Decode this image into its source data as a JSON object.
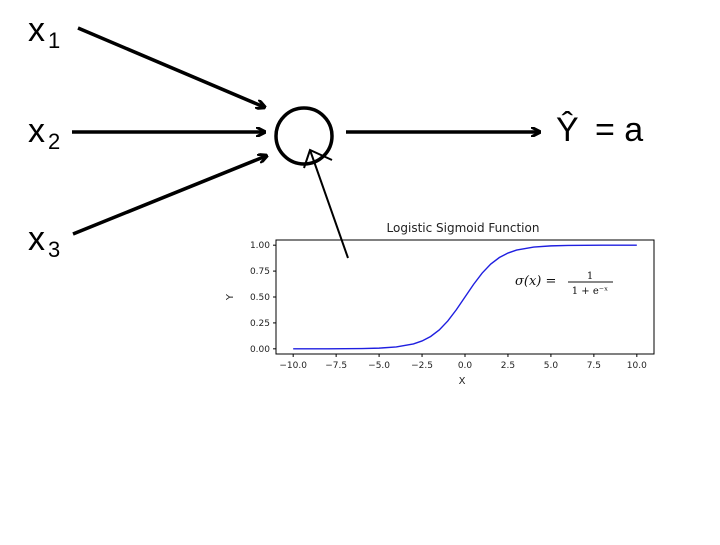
{
  "diagram": {
    "inputs": [
      {
        "base": "x",
        "sub": "1"
      },
      {
        "base": "x",
        "sub": "2"
      },
      {
        "base": "x",
        "sub": "3"
      }
    ],
    "output": {
      "symbol": "Ŷ",
      "equals": "= a"
    }
  },
  "chart_data": {
    "type": "line",
    "title": "Logistic Sigmoid Function",
    "xlabel": "X",
    "ylabel": "Y",
    "xlim": [
      -11,
      11
    ],
    "ylim": [
      -0.05,
      1.05
    ],
    "x_ticks": [
      -10.0,
      -7.5,
      -5.0,
      -2.5,
      0.0,
      2.5,
      5.0,
      7.5,
      10.0
    ],
    "x_tick_labels": [
      "−10.0",
      "−7.5",
      "−5.0",
      "−2.5",
      "0.0",
      "2.5",
      "5.0",
      "7.5",
      "10.0"
    ],
    "y_ticks": [
      0.0,
      0.25,
      0.5,
      0.75,
      1.0
    ],
    "y_tick_labels": [
      "0.00",
      "0.25",
      "0.50",
      "0.75",
      "1.00"
    ],
    "series": [
      {
        "color": "#1f1fe0",
        "x": [
          -10,
          -9,
          -8,
          -7,
          -6,
          -5,
          -4,
          -3,
          -2.5,
          -2,
          -1.5,
          -1,
          -0.5,
          0,
          0.5,
          1,
          1.5,
          2,
          2.5,
          3,
          4,
          5,
          6,
          7,
          8,
          9,
          10
        ],
        "y": [
          5e-05,
          0.0001,
          0.0003,
          0.0009,
          0.0025,
          0.0067,
          0.018,
          0.047,
          0.076,
          0.119,
          0.182,
          0.269,
          0.378,
          0.5,
          0.622,
          0.731,
          0.818,
          0.881,
          0.924,
          0.953,
          0.982,
          0.9933,
          0.9975,
          0.9991,
          0.9997,
          0.9999,
          0.99995
        ]
      }
    ],
    "annotation": {
      "lhs": "σ(x) =",
      "numerator": "1",
      "denominator": "1 + e⁻ˣ"
    },
    "grid": false
  }
}
